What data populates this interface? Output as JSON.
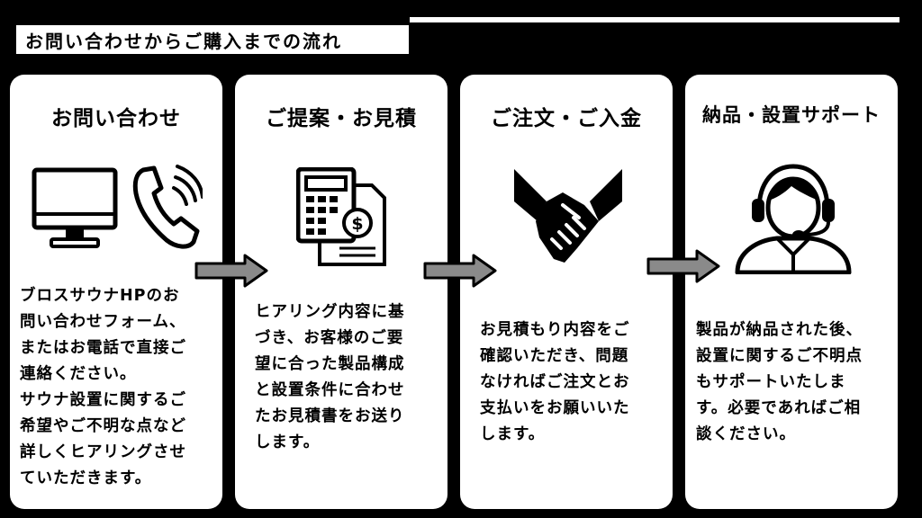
{
  "header": {
    "title": "お問い合わせからご購入までの流れ"
  },
  "steps": [
    {
      "title": "お問い合わせ",
      "icons": [
        "monitor-icon",
        "phone-icon"
      ],
      "description": "ブロスサウナHPのお\n問い合わせフォーム、\nまたはお電話で直接ご\n連絡ください。\nサウナ設置に関するご\n希望やご不明な点など\n詳しくヒアリングさせ\nていただきます。"
    },
    {
      "title": "ご提案・お見積",
      "icons": [
        "calculator-invoice-icon"
      ],
      "description": "ヒアリング内容に基\nづき、お客様のご要\n望に合った製品構成\nと設置条件に合わせ\nたお見積書をお送り\nします。"
    },
    {
      "title": "ご注文・ご入金",
      "icons": [
        "handshake-icon"
      ],
      "description": "お見積もり内容をご\n確認いただき、問題\nなければご注文とお\n支払いをお願いいた\nします。"
    },
    {
      "title": "納品・設置サポート",
      "icons": [
        "support-headset-icon"
      ],
      "description": "製品が納品された後、\n設置に関するご不明点\nもサポートいたしま\nす。必要であればご相\n談ください。"
    }
  ],
  "colors": {
    "background": "#000000",
    "card": "#ffffff",
    "arrow_fill": "#8a8a8a",
    "arrow_stroke": "#000000"
  }
}
